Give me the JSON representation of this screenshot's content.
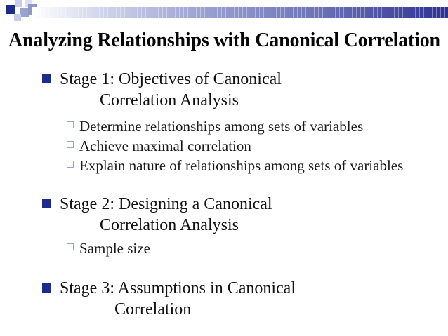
{
  "slide": {
    "title": "Analyzing Relationships with Canonical Correlation",
    "stages": [
      {
        "line1": "Stage 1: Objectives of Canonical",
        "line2": "Correlation Analysis",
        "subitems": [
          "Determine relationships among sets of variables",
          "Achieve maximal correlation",
          "Explain nature of relationships among sets of variables"
        ]
      },
      {
        "line1": "Stage 2: Designing a Canonical",
        "line2": "Correlation Analysis",
        "subitems": [
          "Sample size"
        ]
      },
      {
        "line1": "Stage 3: Assumptions in Canonical",
        "line2": "Correlation",
        "subitems": []
      }
    ],
    "colors": {
      "bullet_navy": "#1c2b8c",
      "sub_bullet_outline": "#9aa2cf",
      "bar_end": "#2e3192",
      "decor_light": "#c9cde7",
      "decor_lighter": "#dcdff0",
      "decor_mid": "#9aa2cf",
      "decor_mid2": "#8f97c9"
    }
  }
}
